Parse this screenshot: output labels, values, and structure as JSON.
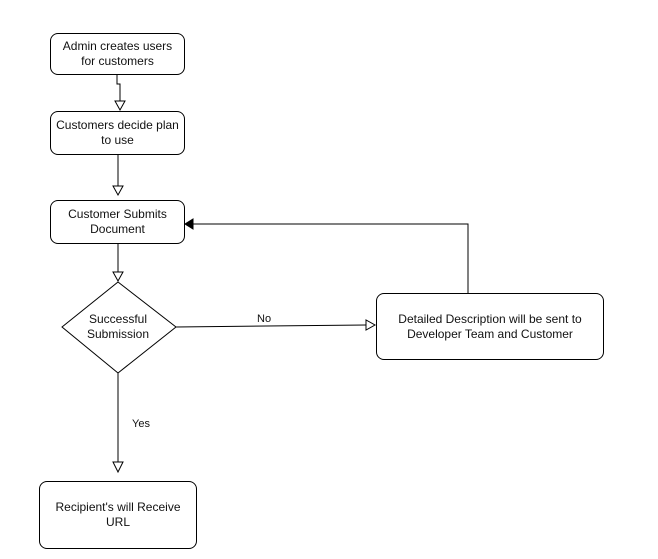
{
  "nodes": {
    "admin_creates": "Admin creates users for customers",
    "customers_decide": "Customers decide plan to use",
    "customer_submits": "Customer Submits Document",
    "successful_submission": "Successful Submission",
    "detailed_description": "Detailed Description  will be sent to Developer Team and Customer",
    "recipient_receive": "Recipient's will Receive URL"
  },
  "edges": {
    "no_label": "No",
    "yes_label": "Yes"
  },
  "colors": {
    "stroke": "#000000",
    "fill": "#ffffff",
    "background": "#ffffff"
  }
}
